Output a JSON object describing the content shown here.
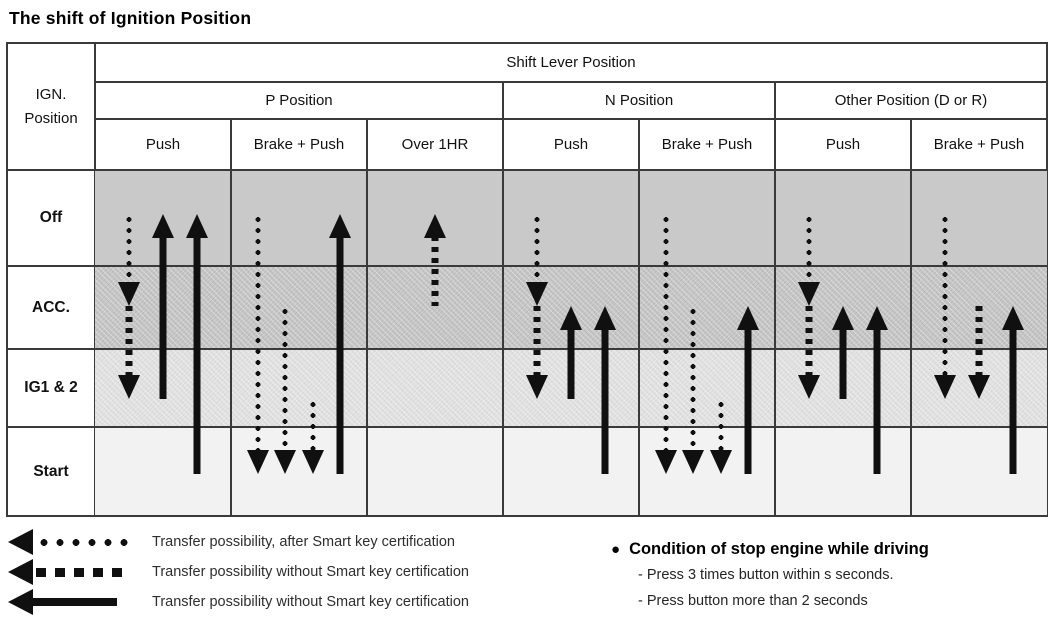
{
  "title": "The shift of Ignition Position",
  "table": {
    "corner": "IGN.\nPosition",
    "top_header": "Shift Lever Position",
    "groups": [
      {
        "label": "P Position",
        "cols": [
          "Push",
          "Brake + Push",
          "Over 1HR"
        ]
      },
      {
        "label": "N Position",
        "cols": [
          "Push",
          "Brake + Push"
        ]
      },
      {
        "label": "Other Position (D or R)",
        "cols": [
          "Push",
          "Brake + Push"
        ]
      }
    ],
    "rows": [
      "Off",
      "ACC.",
      "IG1 & 2",
      "Start"
    ]
  },
  "arrows": [
    {
      "col": 0,
      "track": 0,
      "style": "dotted",
      "from": "Off",
      "to": "ACC."
    },
    {
      "col": 0,
      "track": 0,
      "style": "dashed",
      "from": "ACC.",
      "to": "IG1 & 2"
    },
    {
      "col": 0,
      "track": 1,
      "style": "solid",
      "from": "IG1 & 2",
      "to": "Off"
    },
    {
      "col": 0,
      "track": 2,
      "style": "solid",
      "from": "Start",
      "to": "Off"
    },
    {
      "col": 1,
      "track": 0,
      "style": "dotted",
      "from": "Off",
      "to": "Start"
    },
    {
      "col": 1,
      "track": 1,
      "style": "dotted",
      "from": "ACC.",
      "to": "Start"
    },
    {
      "col": 1,
      "track": 2,
      "style": "dotted",
      "from": "IG1 & 2",
      "to": "Start"
    },
    {
      "col": 1,
      "track": 3,
      "style": "solid",
      "from": "Start",
      "to": "Off"
    },
    {
      "col": 2,
      "track": 0,
      "style": "dashed",
      "from": "ACC.",
      "to": "Off"
    },
    {
      "col": 3,
      "track": 0,
      "style": "dotted",
      "from": "Off",
      "to": "ACC."
    },
    {
      "col": 3,
      "track": 0,
      "style": "dashed",
      "from": "ACC.",
      "to": "IG1 & 2"
    },
    {
      "col": 3,
      "track": 1,
      "style": "solid",
      "from": "IG1 & 2",
      "to": "ACC."
    },
    {
      "col": 3,
      "track": 2,
      "style": "solid",
      "from": "Start",
      "to": "ACC."
    },
    {
      "col": 4,
      "track": 0,
      "style": "dotted",
      "from": "Off",
      "to": "Start"
    },
    {
      "col": 4,
      "track": 1,
      "style": "dotted",
      "from": "ACC.",
      "to": "Start"
    },
    {
      "col": 4,
      "track": 2,
      "style": "dotted",
      "from": "IG1 & 2",
      "to": "Start"
    },
    {
      "col": 4,
      "track": 3,
      "style": "solid",
      "from": "Start",
      "to": "ACC."
    },
    {
      "col": 5,
      "track": 0,
      "style": "dotted",
      "from": "Off",
      "to": "ACC."
    },
    {
      "col": 5,
      "track": 0,
      "style": "dashed",
      "from": "ACC.",
      "to": "IG1 & 2"
    },
    {
      "col": 5,
      "track": 1,
      "style": "solid",
      "from": "IG1 & 2",
      "to": "ACC."
    },
    {
      "col": 5,
      "track": 2,
      "style": "solid",
      "from": "Start",
      "to": "ACC."
    },
    {
      "col": 6,
      "track": 0,
      "style": "dotted",
      "from": "Off",
      "to": "IG1 & 2"
    },
    {
      "col": 6,
      "track": 1,
      "style": "dashed",
      "from": "ACC.",
      "to": "IG1 & 2"
    },
    {
      "col": 6,
      "track": 2,
      "style": "solid",
      "from": "Start",
      "to": "ACC."
    }
  ],
  "legend": [
    {
      "style": "dotted",
      "label": "Transfer possibility, after Smart key certification"
    },
    {
      "style": "dashed",
      "label": "Transfer possibility without Smart key certification"
    },
    {
      "style": "solid",
      "label": "Transfer possibility without Smart key certification"
    }
  ],
  "conditions": {
    "bullet": "●",
    "title": "Condition of stop engine while driving",
    "items": [
      "- Press 3 times button within s seconds.",
      "- Press button more than 2 seconds"
    ]
  },
  "colors": {
    "row_off": "#c9c9c9",
    "row_acc": "#c6c6c6",
    "row_ig12": "#e1e1e1",
    "row_start": "#f2f2f2",
    "grid_line": "#3a3a3a",
    "arrow": "#101010"
  }
}
